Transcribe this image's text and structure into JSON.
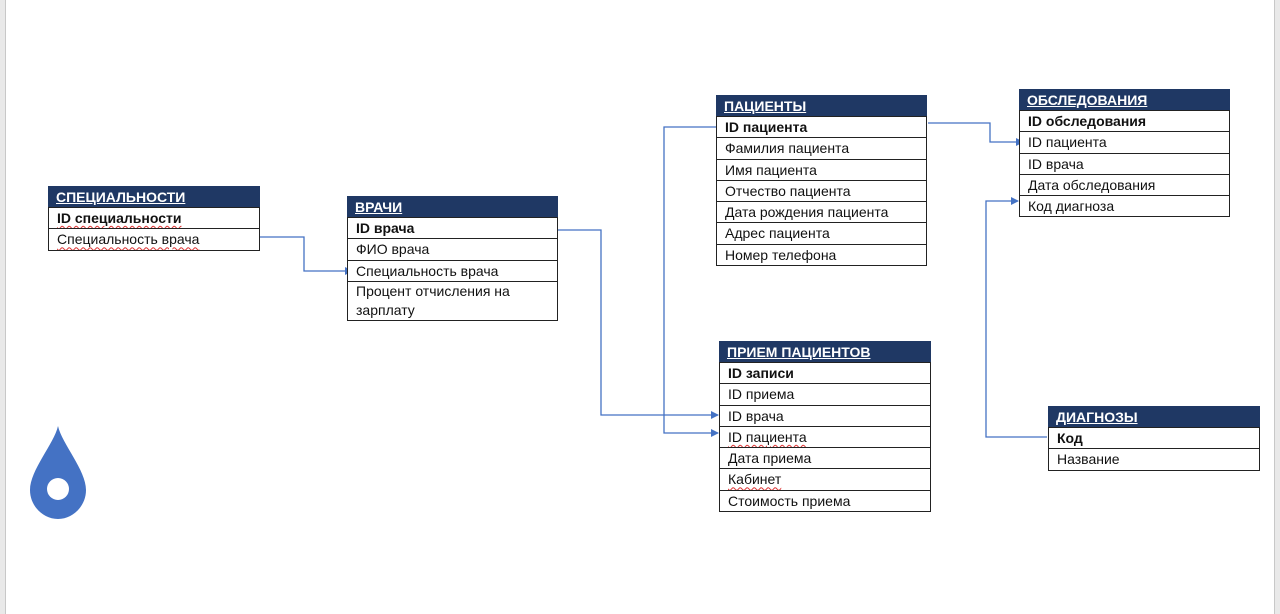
{
  "tables": {
    "specialties": {
      "title": "СПЕЦИАЛЬНОСТИ",
      "rows": [
        "ID специальности",
        "Специальность врача"
      ]
    },
    "doctors": {
      "title": "ВРАЧИ",
      "rows": [
        "ID врача",
        "ФИО врача",
        "Специальность врача",
        "Процент отчисления на зарплату"
      ]
    },
    "patients": {
      "title": "ПАЦИЕНТЫ",
      "rows": [
        "ID пациента",
        "Фамилия пациента",
        "Имя пациента",
        "Отчество пациента",
        "Дата рождения пациента",
        "Адрес пациента",
        "Номер телефона"
      ]
    },
    "examinations": {
      "title": "ОБСЛЕДОВАНИЯ",
      "rows": [
        "ID обследования",
        "ID пациента",
        "ID врача",
        "Дата обследования",
        "Код диагноза"
      ]
    },
    "appointments": {
      "title": "ПРИЕМ ПАЦИЕНТОВ",
      "rows": [
        "ID записи",
        "ID приема",
        "ID врача",
        "ID пациента",
        "Дата приема",
        "Кабинет",
        "Стоимость приема"
      ]
    },
    "diagnoses": {
      "title": "ДИАГНОЗЫ",
      "rows": [
        "Код",
        "Название"
      ]
    }
  },
  "colors": {
    "header_bg": "#1f3864",
    "connector": "#4472c4",
    "drop_icon": "#4472c4"
  },
  "icons": [
    "water-drop-icon"
  ]
}
